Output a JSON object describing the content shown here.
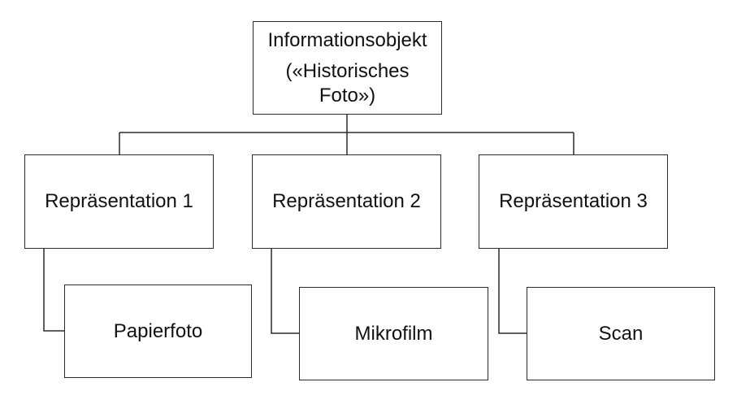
{
  "root": {
    "title": "Informationsobjekt",
    "subtitle_line1": "(«Historisches",
    "subtitle_line2": "Foto»)"
  },
  "representations": [
    {
      "label": "Repräsentation 1",
      "carrier": "Papierfoto"
    },
    {
      "label": "Repräsentation 2",
      "carrier": "Mikrofilm"
    },
    {
      "label": "Repräsentation 3",
      "carrier": "Scan"
    }
  ],
  "colors": {
    "line": "#2b2b2b",
    "text": "#111111",
    "background": "#ffffff"
  }
}
